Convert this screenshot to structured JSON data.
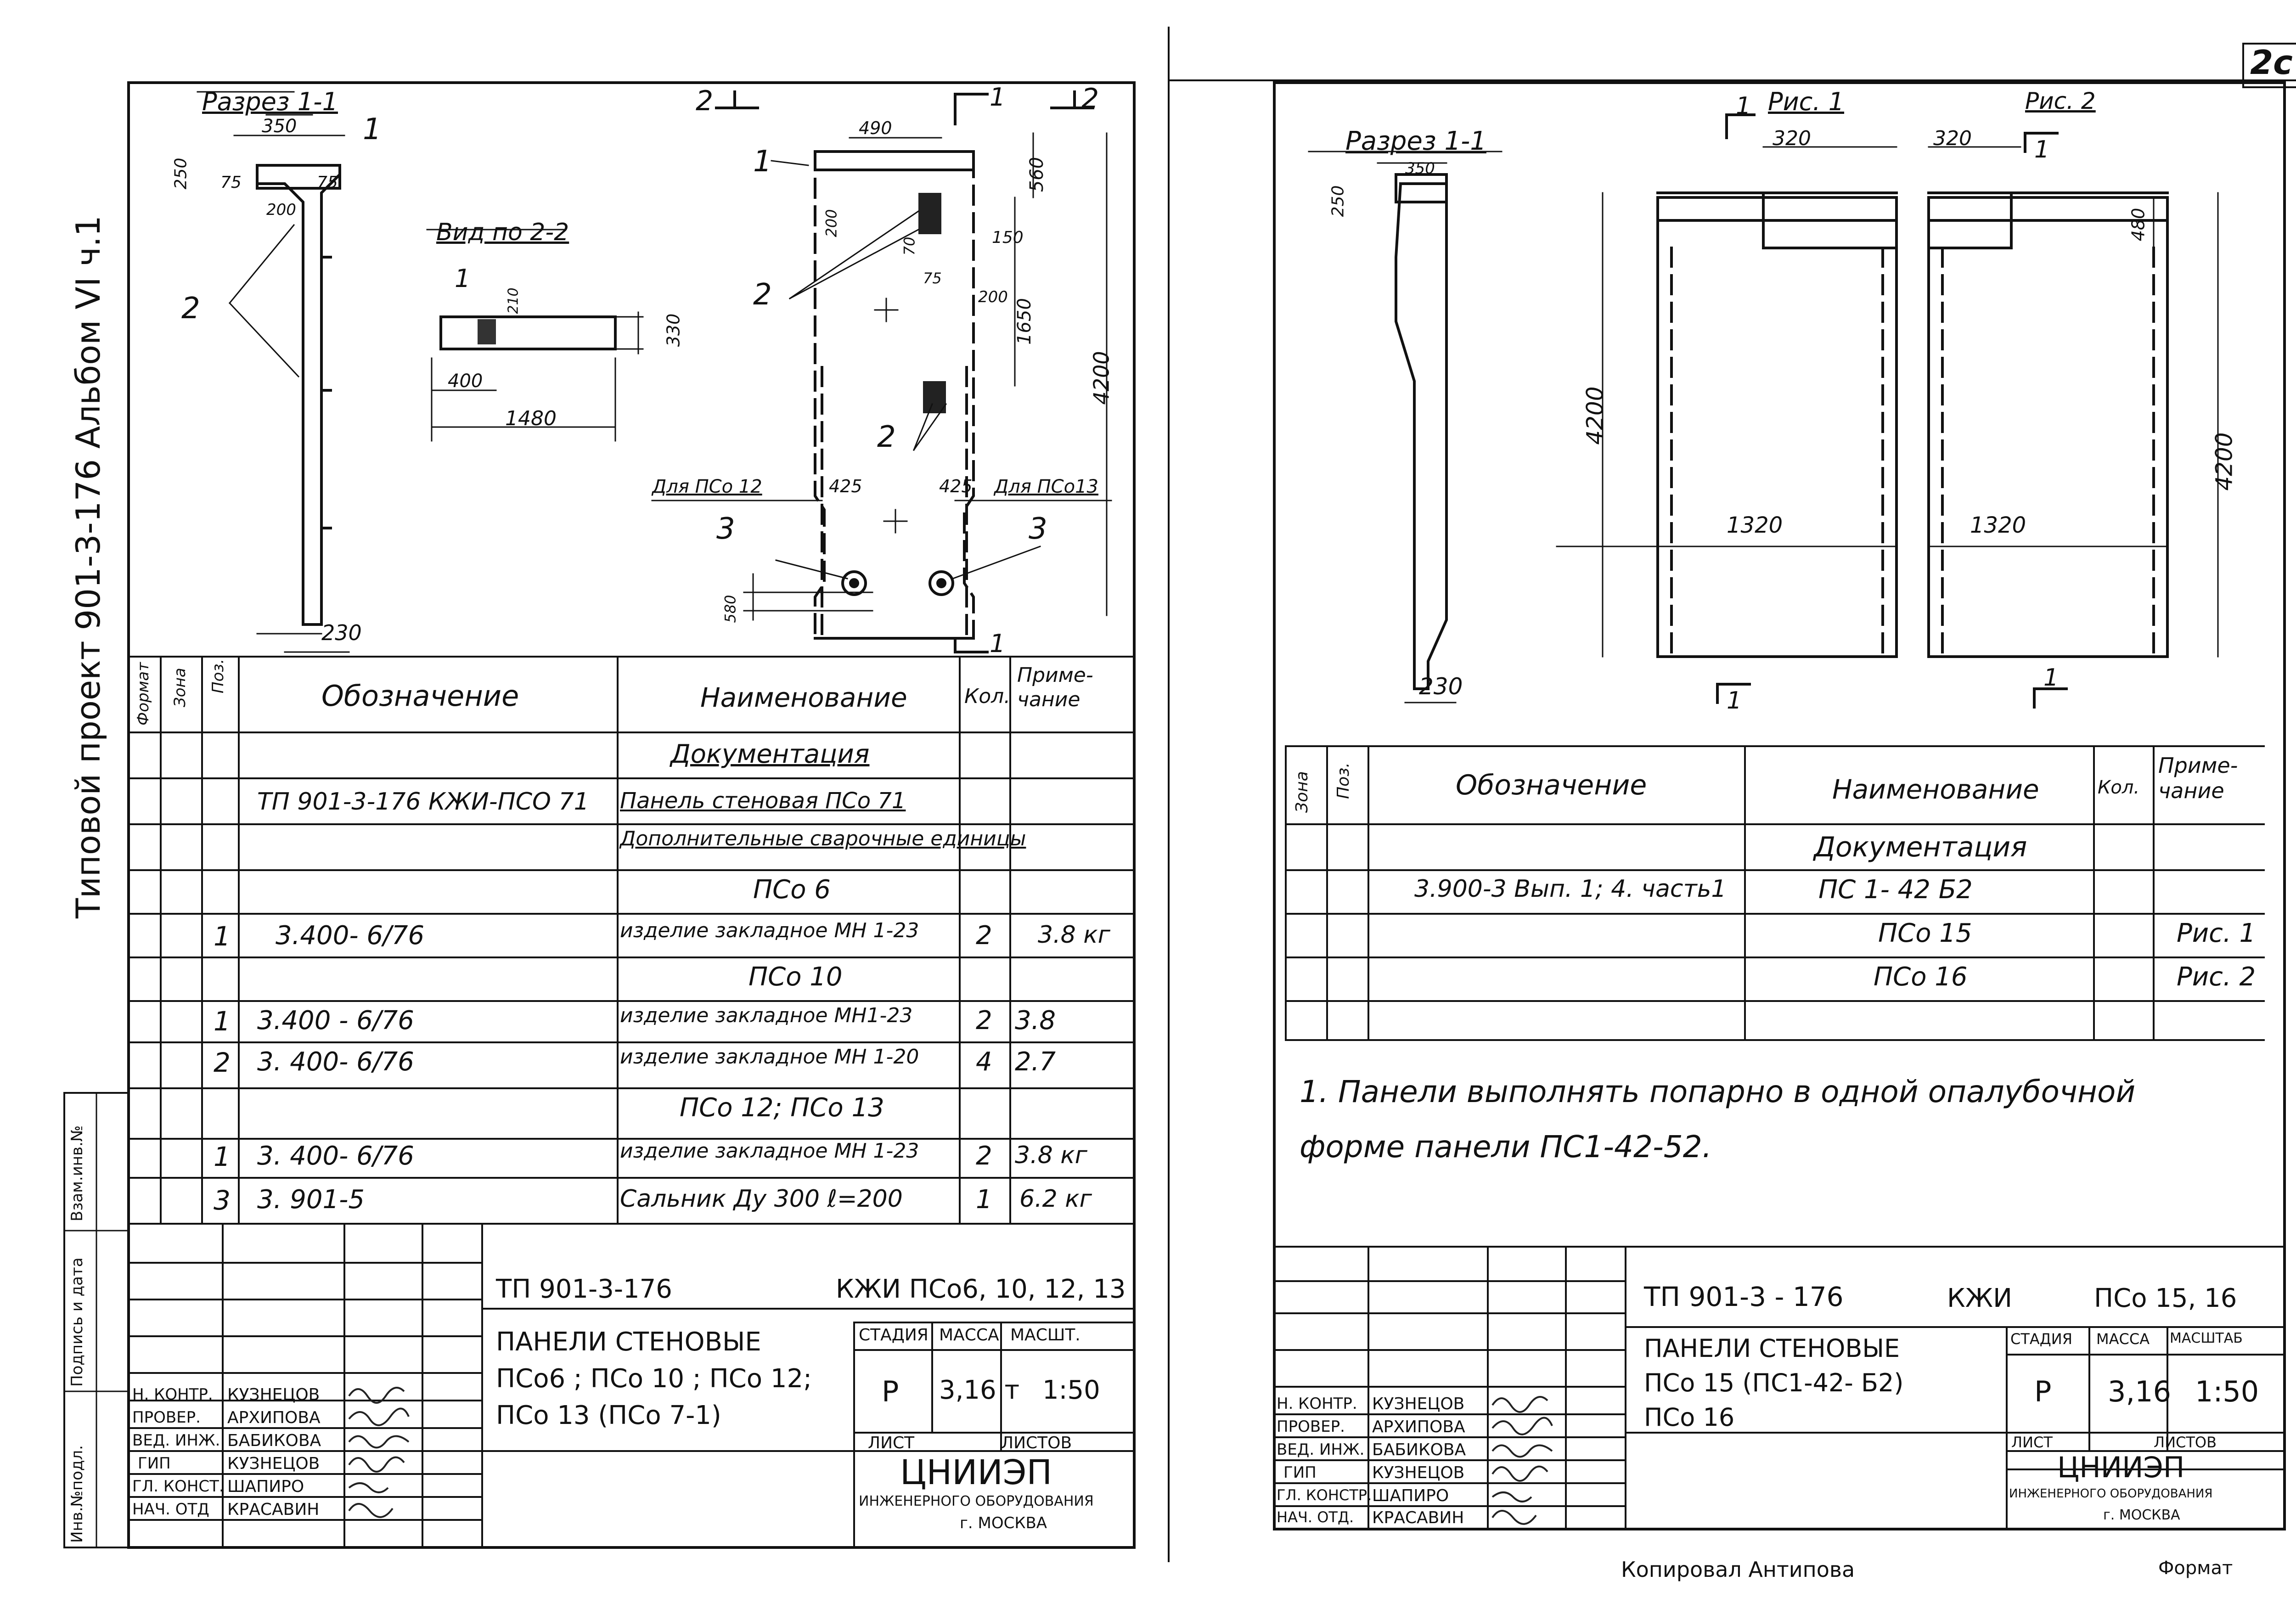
{
  "page_number": "2c",
  "side_label": {
    "project": "Типовой проект  901-3-176  Альбом VI ч.1",
    "inv_fields": [
      "Инв.№подл.",
      "Подпись и дата",
      "Взам.инв.№"
    ]
  },
  "left": {
    "section_title": "Разрез 1-1",
    "view_title": "Вид по 2-2",
    "section_dims": [
      "350",
      "75",
      "75",
      "250",
      "200",
      "230"
    ],
    "section_marks": [
      "1",
      "2"
    ],
    "view_dims": [
      "400",
      "1480",
      "330",
      "210"
    ],
    "view_marks": [
      "1"
    ],
    "panel_dims": [
      "490",
      "560",
      "200",
      "150",
      "1650",
      "200",
      "4200",
      "425",
      "425",
      "580",
      "75",
      "70"
    ],
    "panel_marks": [
      "1",
      "2",
      "2",
      "3",
      "3"
    ],
    "panel_cuts": [
      "2",
      "2",
      "1",
      "1"
    ],
    "panel_notes": [
      "Для ПСо 12",
      "Для ПСо13"
    ],
    "table": {
      "headers": [
        "Формат",
        "Зона",
        "Поз.",
        "Обозначение",
        "Наименование",
        "Кол.",
        "Приме-чание"
      ],
      "rows": [
        {
          "pos": "",
          "mark": "",
          "name": "Документация",
          "qty": "",
          "note": "",
          "kind": "section"
        },
        {
          "pos": "",
          "mark": "ТП 901-3-176 КЖИ-ПСО 71",
          "name": "Панель стеновая ПСо 71",
          "qty": "",
          "note": "",
          "kind": "row"
        },
        {
          "pos": "",
          "mark": "",
          "name": "Дополнительные сварочные единицы",
          "qty": "",
          "note": "",
          "kind": "row"
        },
        {
          "pos": "",
          "mark": "",
          "name": "ПСо 6",
          "qty": "",
          "note": "",
          "kind": "section"
        },
        {
          "pos": "1",
          "mark": "3.400- 6/76",
          "name": "изделие закладное   МН 1-23",
          "qty": "2",
          "note": "3.8 кг",
          "kind": "row"
        },
        {
          "pos": "",
          "mark": "",
          "name": "ПСо 10",
          "qty": "",
          "note": "",
          "kind": "section"
        },
        {
          "pos": "1",
          "mark": "3.400 - 6/76",
          "name": "изделие закладное   МН1-23",
          "qty": "2",
          "note": "3.8",
          "kind": "row"
        },
        {
          "pos": "2",
          "mark": "3. 400- 6/76",
          "name": "изделие закладное   МН 1-20",
          "qty": "4",
          "note": "2.7",
          "kind": "row"
        },
        {
          "pos": "",
          "mark": "",
          "name": "ПСо 12;   ПСо 13",
          "qty": "",
          "note": "",
          "kind": "section"
        },
        {
          "pos": "1",
          "mark": "3. 400- 6/76",
          "name": "изделие закладное   МН 1-23",
          "qty": "2",
          "note": "3.8 кг",
          "kind": "row"
        },
        {
          "pos": "3",
          "mark": "3. 901-5",
          "name": "Сальник Ду 300  ℓ=200",
          "qty": "1",
          "note": "6.2 кг",
          "kind": "row"
        }
      ]
    },
    "stamp": {
      "doc_code": "ТП 901-3-176",
      "doc_suffix": "КЖИ ПСо6, 10, 12, 13",
      "title_lines": [
        "ПАНЕЛИ   СТЕНОВЫЕ",
        "ПСо6 ; ПСо 10 ; ПСо 12;",
        "ПСо 13  (ПСо 7-1)"
      ],
      "stage_label": "СТАДИЯ",
      "mass_label": "МАССА",
      "scale_label": "МАСШТ.",
      "stage": "Р",
      "mass": "3,16 т",
      "scale": "1:50",
      "sheet_label": "ЛИСТ",
      "sheets_label": "ЛИСТОВ",
      "org": "ЦНИИЭП",
      "org_sub": "ИНЖЕНЕРНОГО ОБОРУДОВАНИЯ",
      "org_city": "г. МОСКВА",
      "people": [
        {
          "role": "Н. КОНТР.",
          "name": "КУЗНЕЦОВ"
        },
        {
          "role": "ПРОВЕР.",
          "name": "АРХИПОВА"
        },
        {
          "role": "ВЕД. ИНЖ.",
          "name": "БАБИКОВА"
        },
        {
          "role": "ГИП",
          "name": "КУЗНЕЦОВ"
        },
        {
          "role": "ГЛ. КОНСТ.",
          "name": "ШАПИРО"
        },
        {
          "role": "НАЧ. ОТД",
          "name": "КРАСАВИН"
        }
      ]
    }
  },
  "right": {
    "section_title": "Разрез 1-1",
    "fig1_title": "Рис. 1",
    "fig2_title": "Рис. 2",
    "section_dims": [
      "350",
      "250",
      "230"
    ],
    "fig1_dims": [
      "320",
      "4200",
      "1320"
    ],
    "fig2_dims": [
      "320",
      "480",
      "4200",
      "1320"
    ],
    "cut_marks": [
      "1",
      "1",
      "1",
      "1"
    ],
    "table": {
      "headers": [
        "Зона",
        "Поз.",
        "Обозначение",
        "Наименование",
        "Кол.",
        "Приме-чание"
      ],
      "rows": [
        {
          "mark": "",
          "name": "Документация",
          "qty": "",
          "note": "",
          "kind": "section"
        },
        {
          "mark": "3.900-3  Вып. 1; 4. часть1",
          "name": "ПС 1- 42 Б2",
          "qty": "",
          "note": "",
          "kind": "row"
        },
        {
          "mark": "",
          "name": "ПСо 15",
          "qty": "",
          "note": "Рис. 1",
          "kind": "row"
        },
        {
          "mark": "",
          "name": "ПСо 16",
          "qty": "",
          "note": "Рис. 2",
          "kind": "row"
        },
        {
          "mark": "",
          "name": "",
          "qty": "",
          "note": "",
          "kind": "row"
        }
      ]
    },
    "note_lines": [
      "1. Панели выполнять попарно в одной опалубочной",
      "форме панели ПС1-42-52."
    ],
    "stamp": {
      "doc_code": "ТП 901-3 - 176",
      "doc_mid": "КЖИ",
      "doc_suffix": "ПСо 15, 16",
      "title_lines": [
        "ПАНЕЛИ   СТЕНОВЫЕ",
        "ПСо 15  (ПС1-42- Б2)",
        "ПСо 16"
      ],
      "stage_label": "СТАДИЯ",
      "mass_label": "МАССА",
      "scale_label": "МАСШТАБ",
      "stage": "Р",
      "mass": "3,16",
      "scale": "1:50",
      "sheet_label": "ЛИСТ",
      "sheets_label": "ЛИСТОВ",
      "org": "ЦНИИЭП",
      "org_sub": "ИНЖЕНЕРНОГО ОБОРУДОВАНИЯ",
      "org_city": "г. МОСКВА",
      "people": [
        {
          "role": "Н. КОНТР.",
          "name": "КУЗНЕЦОВ"
        },
        {
          "role": "ПРОВЕР.",
          "name": "АРХИПОВА"
        },
        {
          "role": "ВЕД. ИНЖ.",
          "name": "БАБИКОВА"
        },
        {
          "role": "ГИП",
          "name": "КУЗНЕЦОВ"
        },
        {
          "role": "ГЛ. КОНСТР.",
          "name": "ШАПИРО"
        },
        {
          "role": "НАЧ. ОТД.",
          "name": "КРАСАВИН"
        }
      ]
    },
    "footer_copied": "Копировал  Антипова",
    "footer_format": "Формат"
  }
}
